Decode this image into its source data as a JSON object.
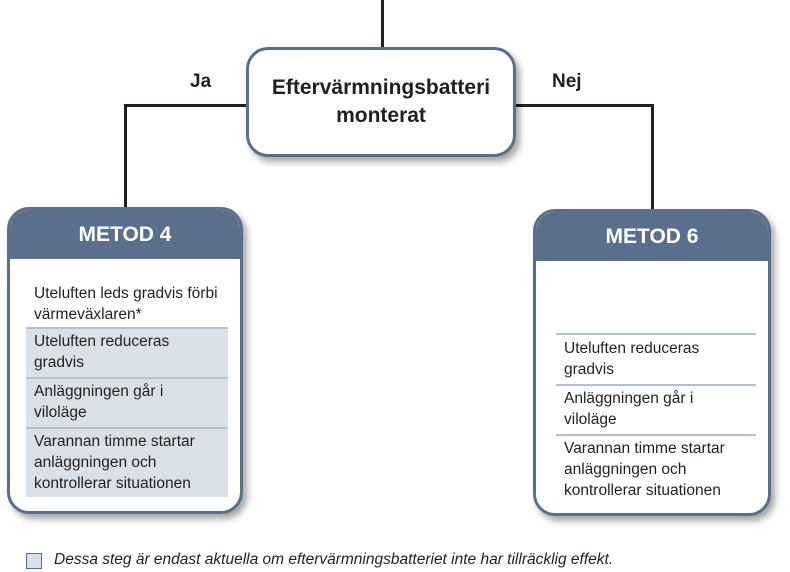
{
  "decision": {
    "line1": "Eftervärmningsbatteri",
    "line2": "monterat"
  },
  "branches": {
    "yes": "Ja",
    "no": "Nej"
  },
  "methods": [
    {
      "title": "METOD 4",
      "steps": [
        {
          "text": "Uteluften leds gradvis förbi värmeväxlaren*",
          "shaded": false
        },
        {
          "text": "Uteluften reduceras gradvis",
          "shaded": true
        },
        {
          "text": "Anläggningen går i viloläge",
          "shaded": true
        },
        {
          "text": "Varannan timme startar anläggningen och kontrollerar situationen",
          "shaded": true
        }
      ]
    },
    {
      "title": "METOD 6",
      "steps": [
        {
          "text": "Uteluften reduceras gradvis",
          "shaded": false
        },
        {
          "text": "Anläggningen går i viloläge",
          "shaded": false
        },
        {
          "text": "Varannan timme startar anläggningen och kontrollerar situationen",
          "shaded": false
        }
      ]
    }
  ],
  "legend": {
    "text": "Dessa steg är endast aktuella om eftervärmningsbatteriet inte har tillräcklig effekt."
  },
  "colors": {
    "header": "#596f8b",
    "shaded_step": "#d9e0e8",
    "separator": "#b5c1d0"
  }
}
